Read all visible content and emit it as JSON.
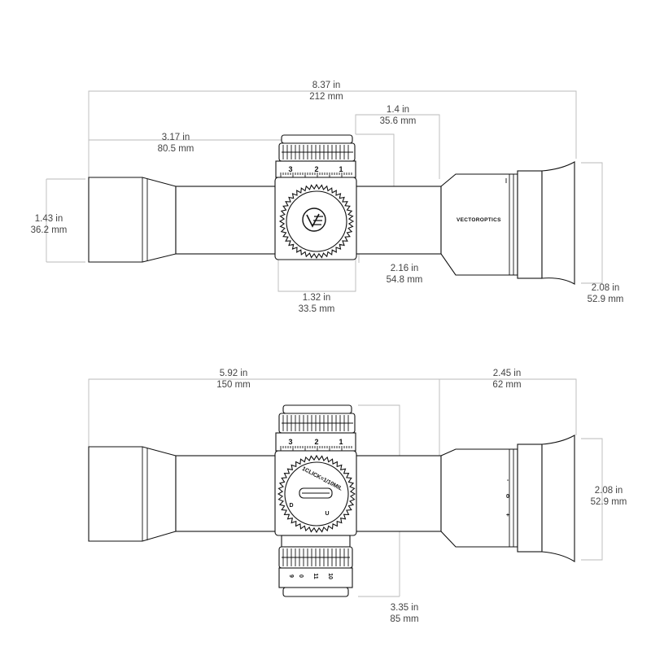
{
  "top_view": {
    "overall_length": {
      "in": "8.37 in",
      "mm": "212 mm"
    },
    "objective_to_turret": {
      "in": "3.17 in",
      "mm": "80.5 mm"
    },
    "turret_to_ocular": {
      "in": "1.4 in",
      "mm": "35.6 mm"
    },
    "objective_diameter": {
      "in": "1.43 in",
      "mm": "36.2 mm"
    },
    "turret_height": {
      "in": "2.16 in",
      "mm": "54.8 mm"
    },
    "turret_width": {
      "in": "1.32 in",
      "mm": "33.5 mm"
    },
    "eyepiece_diameter": {
      "in": "2.08 in",
      "mm": "52.9 mm"
    },
    "dial_numbers": [
      "3",
      "2",
      "1"
    ],
    "brand": "VECTOROPTICS"
  },
  "side_view": {
    "objective_to_turret": {
      "in": "5.92 in",
      "mm": "150 mm"
    },
    "eyepiece_length": {
      "in": "2.45 in",
      "mm": "62 mm"
    },
    "eyepiece_diameter": {
      "in": "2.08 in",
      "mm": "52.9 mm"
    },
    "total_height": {
      "in": "3.35 in",
      "mm": "85 mm"
    },
    "dial_numbers": [
      "3",
      "2",
      "1"
    ],
    "knob_label": "1CLICK=1/10MIL",
    "knob_letters": [
      "U",
      "D"
    ],
    "bottom_dial_numbers": [
      "9",
      "10",
      "11",
      "0"
    ],
    "diopter_marks": [
      "+",
      "0",
      "-"
    ]
  },
  "colors": {
    "line": "#111111",
    "dimension": "#b9b9b9",
    "text": "#444444"
  }
}
